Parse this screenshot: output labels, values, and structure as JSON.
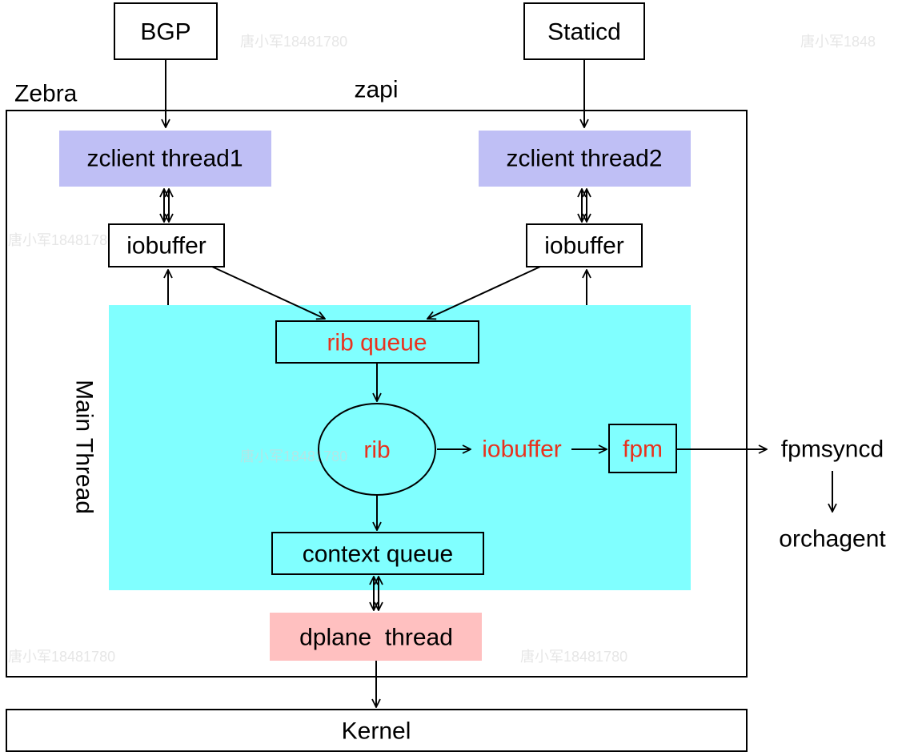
{
  "labels": {
    "zebra": "Zebra",
    "zapi": "zapi",
    "main_thread": "Main Thread"
  },
  "nodes": {
    "bgp": "BGP",
    "staticd": "Staticd",
    "zclient_thread1": "zclient thread1",
    "zclient_thread2": "zclient thread2",
    "iobuffer_left": "iobuffer",
    "iobuffer_right": "iobuffer",
    "rib_queue": "rib queue",
    "rib": "rib",
    "iobuffer_mid": "iobuffer",
    "fpm": "fpm",
    "fpmsyncd": "fpmsyncd",
    "orchagent": "orchagent",
    "context_queue": "context queue",
    "dplane_thread": "dplane  thread",
    "kernel": "Kernel"
  },
  "watermarks": [
    "唐小军18481780",
    "唐小军1848",
    "唐小军18481780",
    "唐小军18481780",
    "唐小军18481780",
    "唐小军18481780"
  ],
  "colors": {
    "zclient_fill": "#bfbff5",
    "main_thread_fill": "#80ffff",
    "dplane_fill": "#ffc0c0",
    "red_text": "#e8321e"
  }
}
